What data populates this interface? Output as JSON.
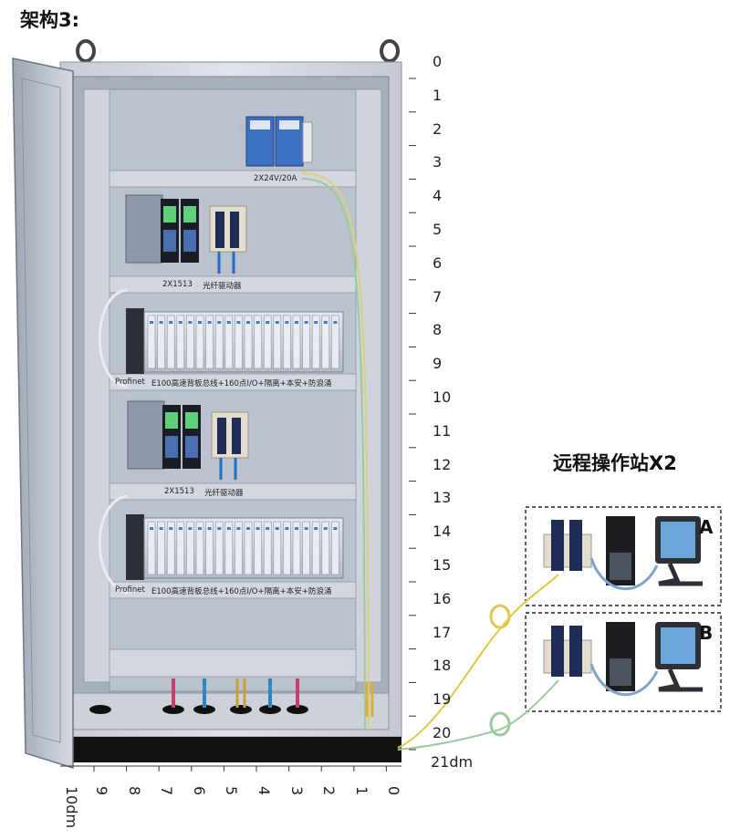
{
  "diagram": {
    "title": "架构3:",
    "remote_title": "远程操作站X2",
    "y_ruler": {
      "ticks": [
        "0",
        "1",
        "2",
        "3",
        "4",
        "5",
        "6",
        "7",
        "8",
        "9",
        "10",
        "11",
        "12",
        "13",
        "14",
        "15",
        "16",
        "17",
        "18",
        "19",
        "20"
      ],
      "unit_label": "21dm"
    },
    "x_ruler": {
      "ticks": [
        "9",
        "8",
        "7",
        "6",
        "5",
        "4",
        "3",
        "2",
        "1",
        "0"
      ],
      "unit_label": "10dm"
    },
    "cabinet": {
      "power_label": "2X24V/20A",
      "rack1_label": "2X1513",
      "rack1_driver_label": "光纤驱动器",
      "io1_left_label": "Profinet",
      "io1_label": "E100高速背板总线+160点I/O+隔离+本安+防浪涌",
      "rack2_label": "2X1513",
      "rack2_driver_label": "光纤驱动器",
      "io2_left_label": "Profinet",
      "io2_label": "E100高速背板总线+160点I/O+隔离+本安+防浪涌"
    },
    "stations": [
      {
        "letter": "A"
      },
      {
        "letter": "B"
      }
    ]
  }
}
